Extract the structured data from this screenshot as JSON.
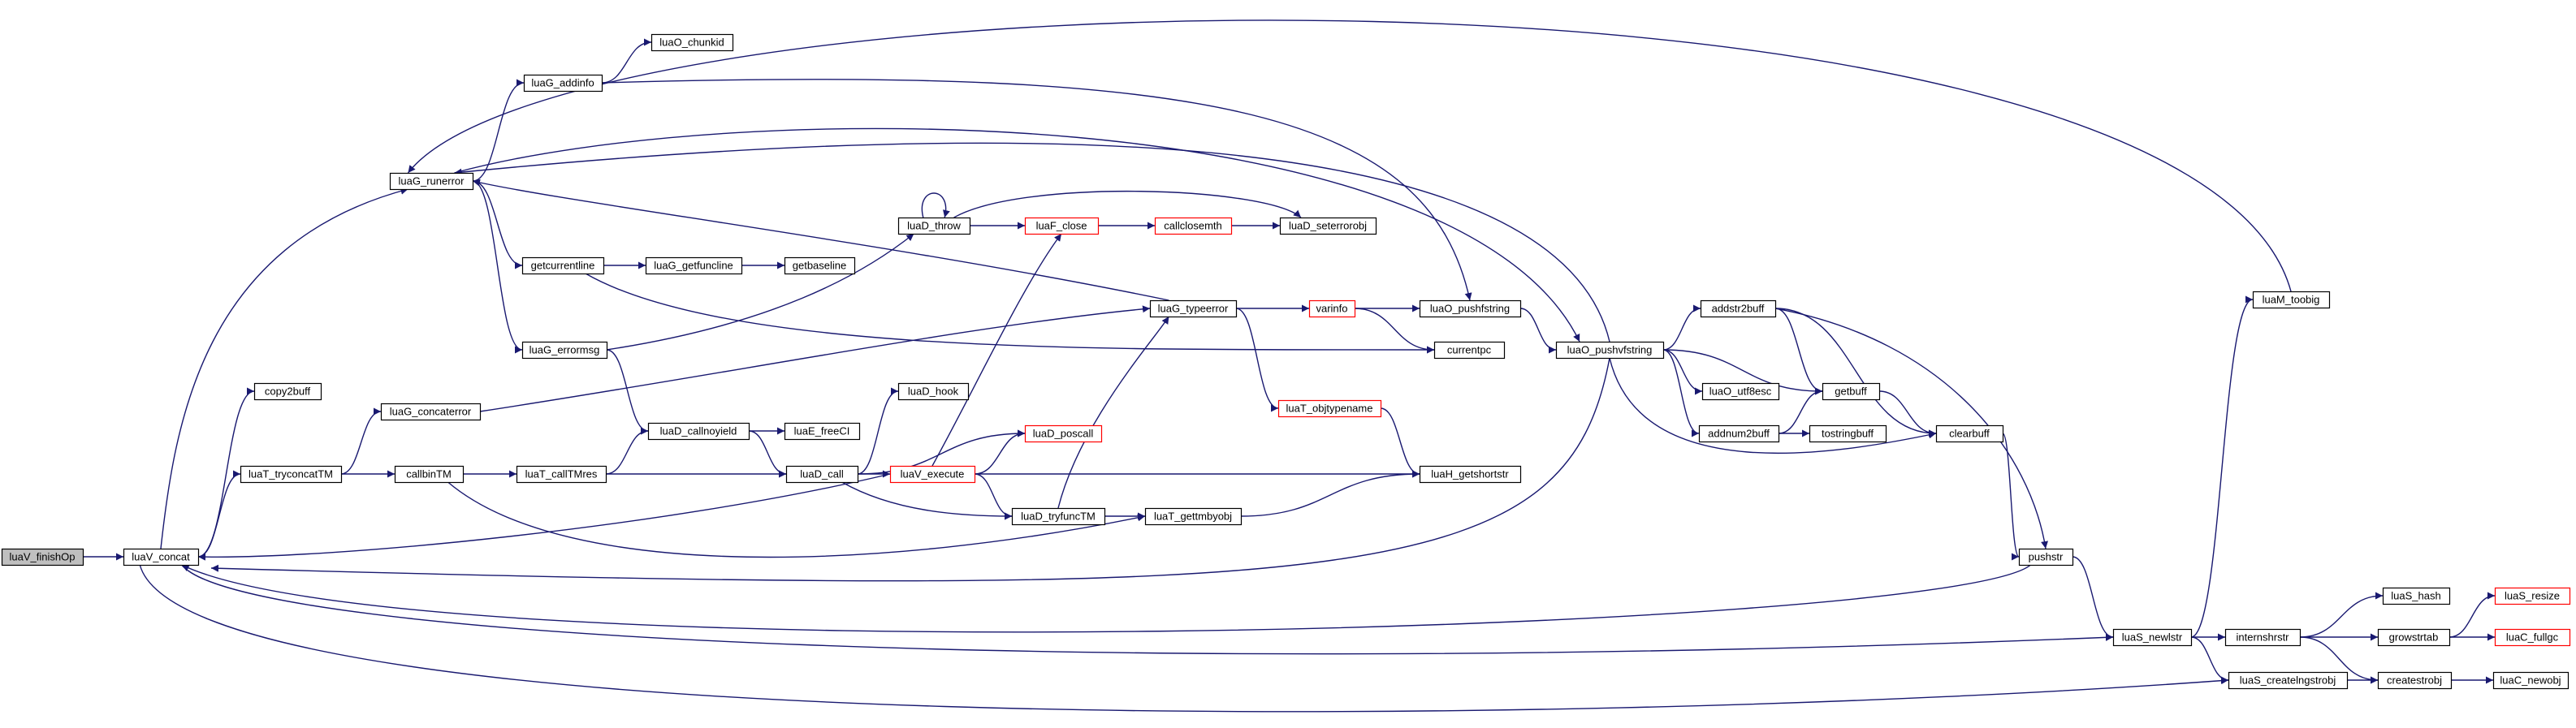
{
  "colors": {
    "edge": "#191970",
    "node_border": "#000000",
    "node_border_truncated": "#ff0000",
    "root_fill": "#bfbfbf",
    "node_fill": "#ffffff",
    "text": "#000000"
  },
  "nodes": [
    {
      "id": "luaV_finishOp",
      "label": "luaV_finishOp",
      "root": true
    },
    {
      "id": "luaV_concat",
      "label": "luaV_concat"
    },
    {
      "id": "copy2buff",
      "label": "copy2buff"
    },
    {
      "id": "luaG_concaterror",
      "label": "luaG_concaterror"
    },
    {
      "id": "luaT_tryconcatTM",
      "label": "luaT_tryconcatTM"
    },
    {
      "id": "luaG_runerror",
      "label": "luaG_runerror"
    },
    {
      "id": "luaG_addinfo",
      "label": "luaG_addinfo"
    },
    {
      "id": "luaO_chunkid",
      "label": "luaO_chunkid"
    },
    {
      "id": "getcurrentline",
      "label": "getcurrentline"
    },
    {
      "id": "luaG_getfuncline",
      "label": "luaG_getfuncline"
    },
    {
      "id": "getbaseline",
      "label": "getbaseline"
    },
    {
      "id": "luaG_errormsg",
      "label": "luaG_errormsg"
    },
    {
      "id": "luaD_throw",
      "label": "luaD_throw"
    },
    {
      "id": "luaF_close",
      "label": "luaF_close",
      "truncated": true
    },
    {
      "id": "callclosemth",
      "label": "callclosemth",
      "truncated": true
    },
    {
      "id": "luaD_seterrorobj",
      "label": "luaD_seterrorobj"
    },
    {
      "id": "luaD_callnoyield",
      "label": "luaD_callnoyield"
    },
    {
      "id": "luaE_freeCI",
      "label": "luaE_freeCI"
    },
    {
      "id": "luaD_hook",
      "label": "luaD_hook"
    },
    {
      "id": "callbinTM",
      "label": "callbinTM"
    },
    {
      "id": "luaT_callTMres",
      "label": "luaT_callTMres"
    },
    {
      "id": "luaD_call",
      "label": "luaD_call"
    },
    {
      "id": "luaV_execute",
      "label": "luaV_execute",
      "truncated": true
    },
    {
      "id": "luaD_poscall",
      "label": "luaD_poscall",
      "truncated": true
    },
    {
      "id": "luaD_tryfuncTM",
      "label": "luaD_tryfuncTM"
    },
    {
      "id": "luaT_gettmbyobj",
      "label": "luaT_gettmbyobj"
    },
    {
      "id": "luaG_typeerror",
      "label": "luaG_typeerror"
    },
    {
      "id": "varinfo",
      "label": "varinfo",
      "truncated": true
    },
    {
      "id": "luaO_pushfstring",
      "label": "luaO_pushfstring"
    },
    {
      "id": "currentpc",
      "label": "currentpc"
    },
    {
      "id": "luaT_objtypename",
      "label": "luaT_objtypename",
      "truncated": true
    },
    {
      "id": "luaH_getshortstr",
      "label": "luaH_getshortstr"
    },
    {
      "id": "luaO_pushvfstring",
      "label": "luaO_pushvfstring"
    },
    {
      "id": "addstr2buff",
      "label": "addstr2buff"
    },
    {
      "id": "luaO_utf8esc",
      "label": "luaO_utf8esc"
    },
    {
      "id": "addnum2buff",
      "label": "addnum2buff"
    },
    {
      "id": "getbuff",
      "label": "getbuff"
    },
    {
      "id": "tostringbuff",
      "label": "tostringbuff"
    },
    {
      "id": "clearbuff",
      "label": "clearbuff"
    },
    {
      "id": "pushstr",
      "label": "pushstr"
    },
    {
      "id": "luaM_toobig",
      "label": "luaM_toobig"
    },
    {
      "id": "luaS_newlstr",
      "label": "luaS_newlstr"
    },
    {
      "id": "internshrstr",
      "label": "internshrstr"
    },
    {
      "id": "luaS_hash",
      "label": "luaS_hash"
    },
    {
      "id": "growstrtab",
      "label": "growstrtab"
    },
    {
      "id": "luaS_resize",
      "label": "luaS_resize",
      "truncated": true
    },
    {
      "id": "luaC_fullgc",
      "label": "luaC_fullgc",
      "truncated": true
    },
    {
      "id": "luaS_createlngstrobj",
      "label": "luaS_createlngstrobj"
    },
    {
      "id": "createstrobj",
      "label": "createstrobj"
    },
    {
      "id": "luaC_newobj",
      "label": "luaC_newobj"
    }
  ],
  "edges": [
    [
      "luaV_finishOp",
      "luaV_concat"
    ],
    [
      "luaV_concat",
      "copy2buff"
    ],
    [
      "luaV_concat",
      "luaG_runerror"
    ],
    [
      "luaV_concat",
      "luaT_tryconcatTM"
    ],
    [
      "luaV_concat",
      "luaS_newlstr"
    ],
    [
      "luaV_concat",
      "luaS_createlngstrobj"
    ],
    [
      "luaT_tryconcatTM",
      "luaG_concaterror"
    ],
    [
      "luaT_tryconcatTM",
      "callbinTM"
    ],
    [
      "luaG_concaterror",
      "luaG_typeerror"
    ],
    [
      "luaG_runerror",
      "luaG_addinfo"
    ],
    [
      "luaG_runerror",
      "getcurrentline"
    ],
    [
      "luaG_runerror",
      "luaG_errormsg"
    ],
    [
      "luaG_runerror",
      "luaO_pushvfstring"
    ],
    [
      "luaG_addinfo",
      "luaO_chunkid"
    ],
    [
      "luaG_addinfo",
      "luaO_pushfstring"
    ],
    [
      "getcurrentline",
      "luaG_getfuncline"
    ],
    [
      "getcurrentline",
      "currentpc"
    ],
    [
      "luaG_getfuncline",
      "getbaseline"
    ],
    [
      "luaG_errormsg",
      "luaD_throw"
    ],
    [
      "luaG_errormsg",
      "luaD_callnoyield"
    ],
    [
      "luaD_throw",
      "luaD_throw"
    ],
    [
      "luaD_throw",
      "luaF_close"
    ],
    [
      "luaD_throw",
      "luaD_seterrorobj"
    ],
    [
      "luaF_close",
      "callclosemth"
    ],
    [
      "callclosemth",
      "luaD_seterrorobj"
    ],
    [
      "luaD_callnoyield",
      "luaE_freeCI"
    ],
    [
      "luaD_callnoyield",
      "luaD_call"
    ],
    [
      "callbinTM",
      "luaT_callTMres"
    ],
    [
      "callbinTM",
      "luaT_gettmbyobj"
    ],
    [
      "luaT_callTMres",
      "luaD_callnoyield"
    ],
    [
      "luaT_callTMres",
      "luaD_call"
    ],
    [
      "luaD_call",
      "luaD_hook"
    ],
    [
      "luaD_call",
      "luaV_execute"
    ],
    [
      "luaD_call",
      "luaD_poscall"
    ],
    [
      "luaD_call",
      "luaD_tryfuncTM"
    ],
    [
      "luaV_execute",
      "luaV_concat"
    ],
    [
      "luaV_execute",
      "luaF_close"
    ],
    [
      "luaV_execute",
      "luaD_poscall"
    ],
    [
      "luaV_execute",
      "luaD_tryfuncTM"
    ],
    [
      "luaV_execute",
      "luaH_getshortstr"
    ],
    [
      "luaD_tryfuncTM",
      "luaG_typeerror"
    ],
    [
      "luaD_tryfuncTM",
      "luaT_gettmbyobj"
    ],
    [
      "luaT_gettmbyobj",
      "luaH_getshortstr"
    ],
    [
      "luaG_typeerror",
      "luaG_runerror"
    ],
    [
      "luaG_typeerror",
      "varinfo"
    ],
    [
      "luaG_typeerror",
      "luaT_objtypename"
    ],
    [
      "varinfo",
      "luaO_pushfstring"
    ],
    [
      "varinfo",
      "currentpc"
    ],
    [
      "luaO_pushfstring",
      "luaO_pushvfstring"
    ],
    [
      "luaT_objtypename",
      "luaH_getshortstr"
    ],
    [
      "luaO_pushvfstring",
      "luaG_runerror"
    ],
    [
      "luaO_pushvfstring",
      "addstr2buff"
    ],
    [
      "luaO_pushvfstring",
      "luaO_utf8esc"
    ],
    [
      "luaO_pushvfstring",
      "addnum2buff"
    ],
    [
      "luaO_pushvfstring",
      "getbuff"
    ],
    [
      "luaO_pushvfstring",
      "clearbuff"
    ],
    [
      "luaO_pushvfstring",
      "luaV_concat"
    ],
    [
      "addstr2buff",
      "getbuff"
    ],
    [
      "addstr2buff",
      "clearbuff"
    ],
    [
      "addstr2buff",
      "pushstr"
    ],
    [
      "addnum2buff",
      "getbuff"
    ],
    [
      "addnum2buff",
      "tostringbuff"
    ],
    [
      "getbuff",
      "clearbuff"
    ],
    [
      "clearbuff",
      "pushstr"
    ],
    [
      "pushstr",
      "luaS_newlstr"
    ],
    [
      "pushstr",
      "luaV_concat"
    ],
    [
      "luaS_newlstr",
      "luaM_toobig"
    ],
    [
      "luaS_newlstr",
      "internshrstr"
    ],
    [
      "luaS_newlstr",
      "luaS_createlngstrobj"
    ],
    [
      "luaM_toobig",
      "luaG_runerror"
    ],
    [
      "internshrstr",
      "luaS_hash"
    ],
    [
      "internshrstr",
      "growstrtab"
    ],
    [
      "internshrstr",
      "createstrobj"
    ],
    [
      "growstrtab",
      "luaS_resize"
    ],
    [
      "growstrtab",
      "luaC_fullgc"
    ],
    [
      "luaS_createlngstrobj",
      "createstrobj"
    ],
    [
      "createstrobj",
      "luaC_newobj"
    ]
  ]
}
